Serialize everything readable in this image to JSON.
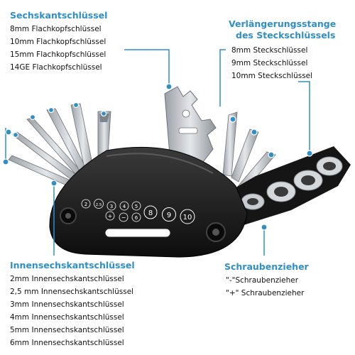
{
  "sections": {
    "sechskant": {
      "title": "Sechskantschlüssel",
      "items": [
        "8mm Flachkopfschlüssel",
        "10mm Flachkopfschlüssel",
        "15mm Flachkopfschlüssel",
        "14GE Flachkopfschlüssel"
      ]
    },
    "verlaengerung": {
      "title_line1": "Verlängerungsstange",
      "title_line2": "des Steckschlüssels",
      "items": [
        "8mm Steckschlüssel",
        "9mm Steckschlüssel",
        "10mm Steckschlüssel"
      ]
    },
    "innensechskant": {
      "title": "Innensechskantschlüssel",
      "items": [
        "2mm Innensechskantschlüssel",
        "2,5 mm Innensechskantschlüssel",
        "3mm Innensechskantschlüssel",
        "4mm Innensechskantschlüssel",
        "5mm Innensechskantschlüssel",
        "6mm Innensechskantschlüssel"
      ]
    },
    "schraubenzieher": {
      "title": "Schraubenzieher",
      "items": [
        "\"-\"Schraubenzieher",
        "\"+\" Schraubenzieher"
      ]
    }
  },
  "tool_markings": [
    "2",
    "2.5",
    "3",
    "4",
    "5",
    "6",
    "8",
    "9",
    "10",
    "+",
    "−"
  ],
  "colors": {
    "accent": "#2e8fc9",
    "tool_body": "#1a1a1a",
    "steel": "#c4c8cc"
  }
}
